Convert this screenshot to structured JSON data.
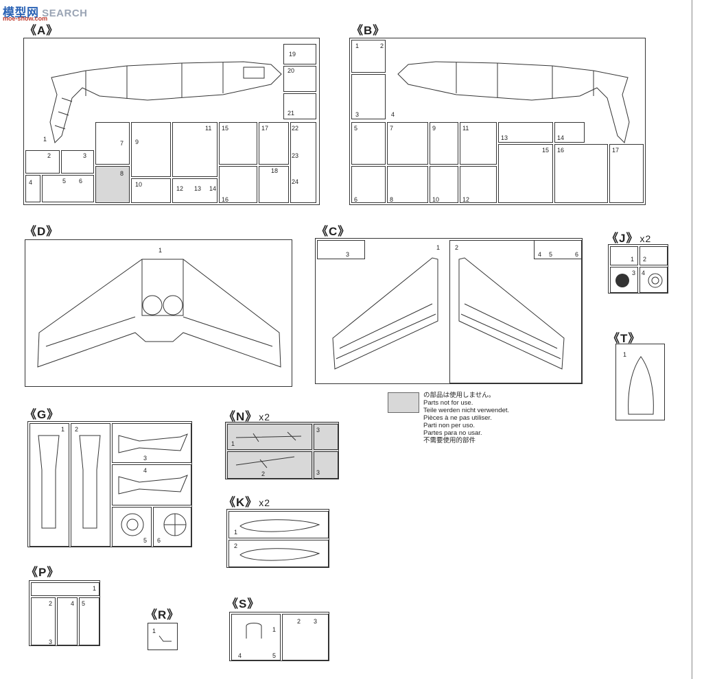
{
  "watermark": {
    "logo": "模型网",
    "text": "SEARCH",
    "url": "moe-show.com"
  },
  "groups": {
    "A": {
      "label": "《A》",
      "mult": ""
    },
    "B": {
      "label": "《B》",
      "mult": ""
    },
    "D": {
      "label": "《D》",
      "mult": ""
    },
    "C": {
      "label": "《C》",
      "mult": ""
    },
    "J": {
      "label": "《J》",
      "mult": "x2"
    },
    "T": {
      "label": "《T》",
      "mult": ""
    },
    "G": {
      "label": "《G》",
      "mult": ""
    },
    "N": {
      "label": "《N》",
      "mult": "x2"
    },
    "K": {
      "label": "《K》",
      "mult": "x2"
    },
    "P": {
      "label": "《P》",
      "mult": ""
    },
    "R": {
      "label": "《R》",
      "mult": ""
    },
    "S": {
      "label": "《S》",
      "mult": ""
    }
  },
  "part_numbers": {
    "n1": "1",
    "n2": "2",
    "n3": "3",
    "n4": "4",
    "n5": "5",
    "n6": "6",
    "n7": "7",
    "n8": "8",
    "n9": "9",
    "n10": "10",
    "n11": "11",
    "n12": "12",
    "n13": "13",
    "n14": "14",
    "n15": "15",
    "n16": "16",
    "n17": "17",
    "n18": "18",
    "n19": "19",
    "n20": "20",
    "n21": "21",
    "n22": "22",
    "n23": "23",
    "n24": "24"
  },
  "legend": {
    "lines": [
      "の部品は使用しません。",
      "Parts not for use.",
      "Teile werden nicht verwendet.",
      "Pièces à ne pas utiliser.",
      "Parti non per uso.",
      "Partes para no usar.",
      "不需要使用的部件"
    ],
    "swatch_color": "#d8d8d8"
  }
}
